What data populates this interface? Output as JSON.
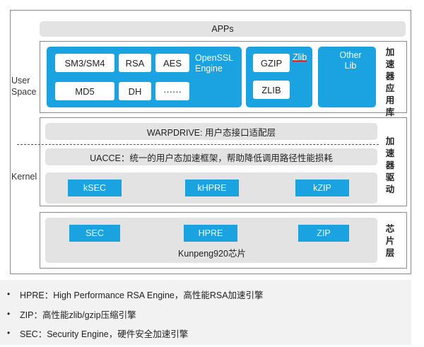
{
  "side_labels": {
    "user_space": "User Space",
    "kernel": "Kernel"
  },
  "apps": "APPs",
  "openssl": {
    "label": "OpenSSL Engine",
    "row1": [
      "SM3/SM4",
      "RSA",
      "AES"
    ],
    "row2": [
      "MD5",
      "DH",
      "······"
    ]
  },
  "zlib": {
    "label": "Zlib",
    "cells": [
      "GZIP",
      "ZLIB"
    ]
  },
  "other_lib": "Other Lib",
  "layer_labels": {
    "app_lib": [
      "加",
      "速",
      "器",
      "应",
      "用",
      "库"
    ],
    "driver": [
      "加",
      "速",
      "器",
      "驱",
      "动"
    ],
    "chip": [
      "芯",
      "片",
      "层"
    ]
  },
  "driver": {
    "warpdrive": "WARPDRIVE: 用户态接口适配层",
    "uacce": "UACCE：统一的用户态加速框架，帮助降低调用路径性能损耗",
    "modules": [
      "kSEC",
      "kHPRE",
      "kZIP"
    ]
  },
  "chip": {
    "modules": [
      "SEC",
      "HPRE",
      "ZIP"
    ],
    "name": "Kunpeng920芯片"
  },
  "notes": [
    "HPRE：High Performance RSA Engine，高性能RSA加速引擎",
    "ZIP：高性能zlib/gzip压缩引擎",
    "SEC：Security Engine，硬件安全加速引擎"
  ],
  "bullet": "•",
  "colors": {
    "accent_blue": "#1aa3e0",
    "gray_bar": "#e3e3e3",
    "frame": "#8a8a8a"
  }
}
